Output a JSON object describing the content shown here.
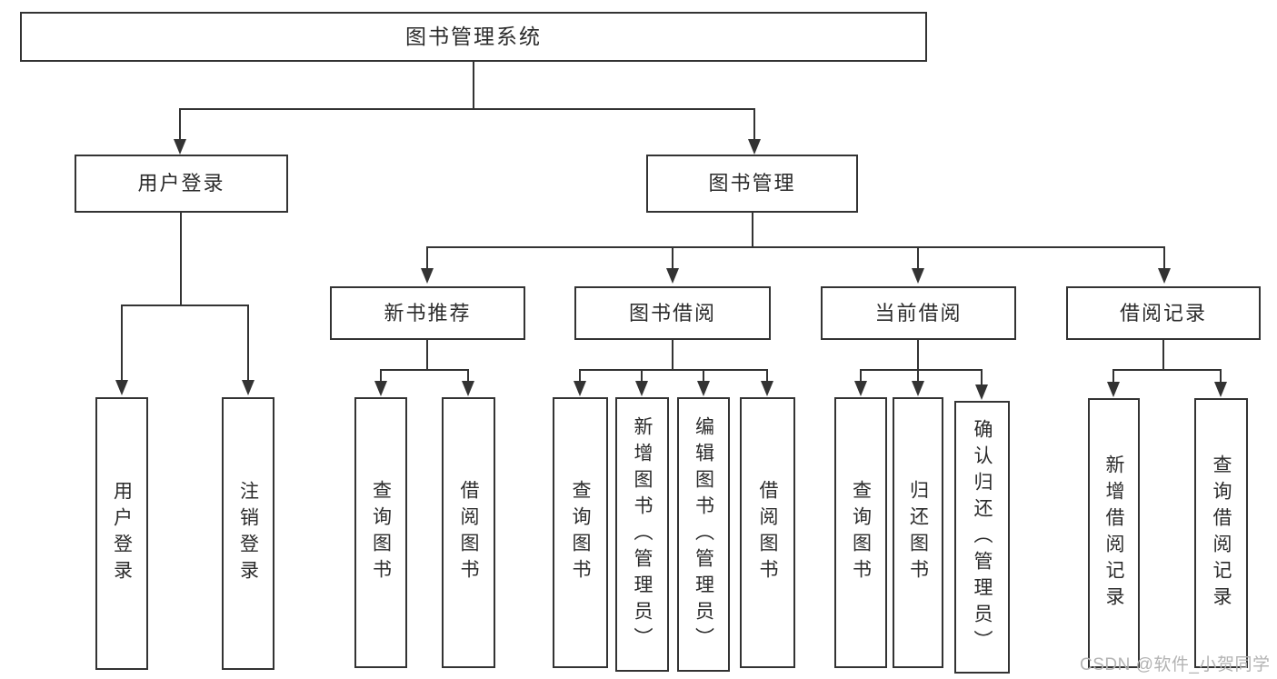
{
  "diagram": {
    "type": "hierarchy",
    "tree": {
      "label": "图书管理系统",
      "children": [
        {
          "label": "用户登录",
          "children": [
            {
              "label": "用户登录"
            },
            {
              "label": "注销登录"
            }
          ]
        },
        {
          "label": "图书管理",
          "children": [
            {
              "label": "新书推荐",
              "children": [
                {
                  "label": "查询图书"
                },
                {
                  "label": "借阅图书"
                }
              ]
            },
            {
              "label": "图书借阅",
              "children": [
                {
                  "label": "查询图书"
                },
                {
                  "label": "新增图书（管理员）"
                },
                {
                  "label": "编辑图书（管理员）"
                },
                {
                  "label": "借阅图书"
                }
              ]
            },
            {
              "label": "当前借阅",
              "children": [
                {
                  "label": "查询图书"
                },
                {
                  "label": "归还图书"
                },
                {
                  "label": "确认归还（管理员）"
                }
              ]
            },
            {
              "label": "借阅记录",
              "children": [
                {
                  "label": "新增借阅记录"
                },
                {
                  "label": "查询借阅记录"
                }
              ]
            }
          ]
        }
      ]
    }
  },
  "watermark": {
    "text": "CSDN @软件_小贺同学"
  },
  "colors": {
    "line": "#333333",
    "text": "#2b2b2b",
    "watermark": "#b3b3b3",
    "background": "#ffffff"
  }
}
